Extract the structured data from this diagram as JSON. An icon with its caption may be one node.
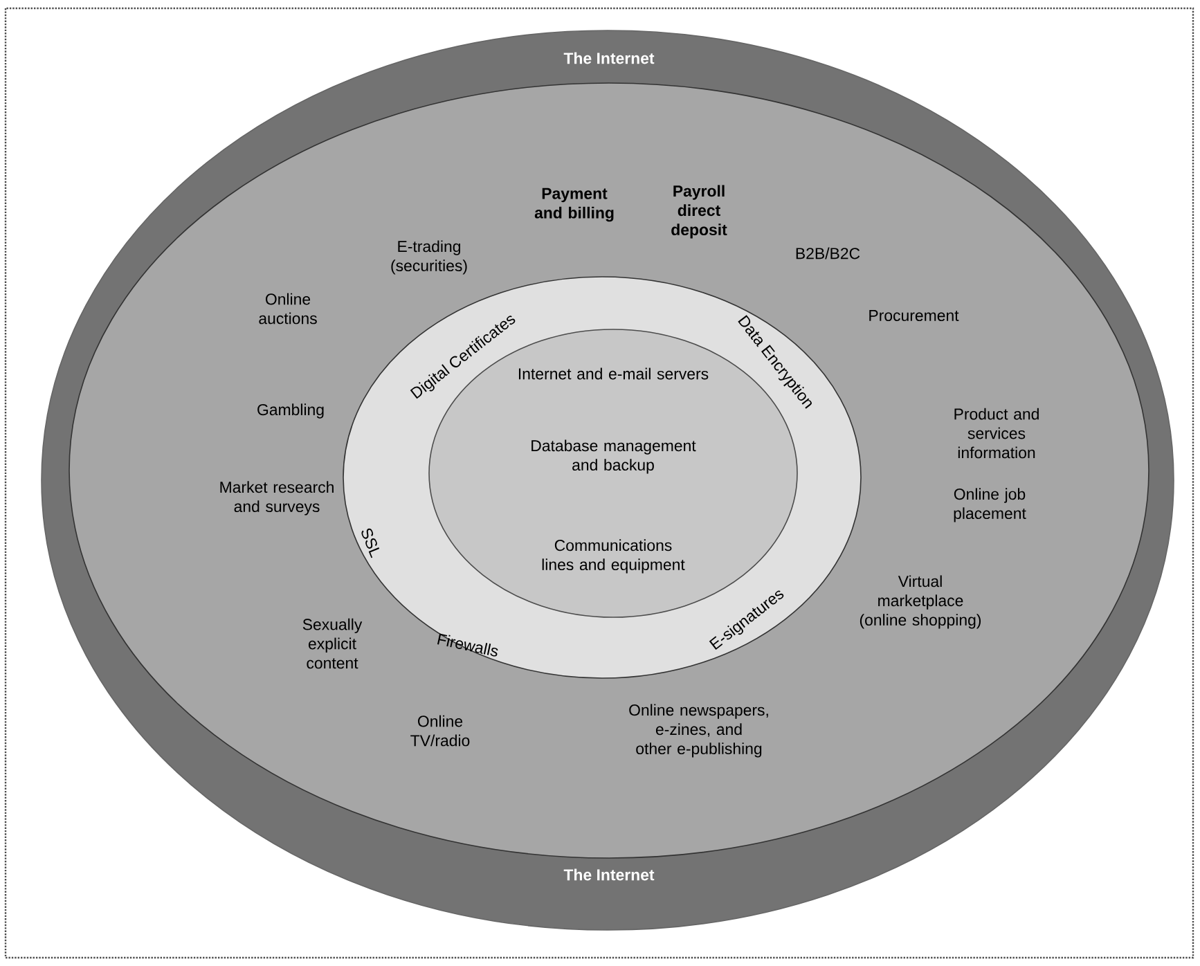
{
  "diagram": {
    "nodes": [
      {
        "text": [
          "The Internet",
          "The Internet"
        ]
      },
      {
        "text": [
          "Payment and billing",
          "Payroll direct deposit",
          "E-trading (securities)",
          "B2B/B2C",
          "Online auctions",
          "Procurement",
          "Gambling",
          "Product and services information",
          "Market research and surveys",
          "Online job placement",
          "Virtual marketplace (online shopping)",
          "Sexually explicit content",
          "Online TV/radio",
          "Online newspapers, e-zines, and other e-publishing"
        ],
        "in": 0
      },
      {
        "text": [
          "Digital Certificates",
          "Data Encryption",
          "SSL",
          "Firewalls",
          "E-signatures"
        ],
        "in": 1
      },
      {
        "text": [
          "Internet and e-mail servers",
          "Database management and backup",
          "Communications lines and equipment"
        ],
        "in": 2
      }
    ]
  }
}
